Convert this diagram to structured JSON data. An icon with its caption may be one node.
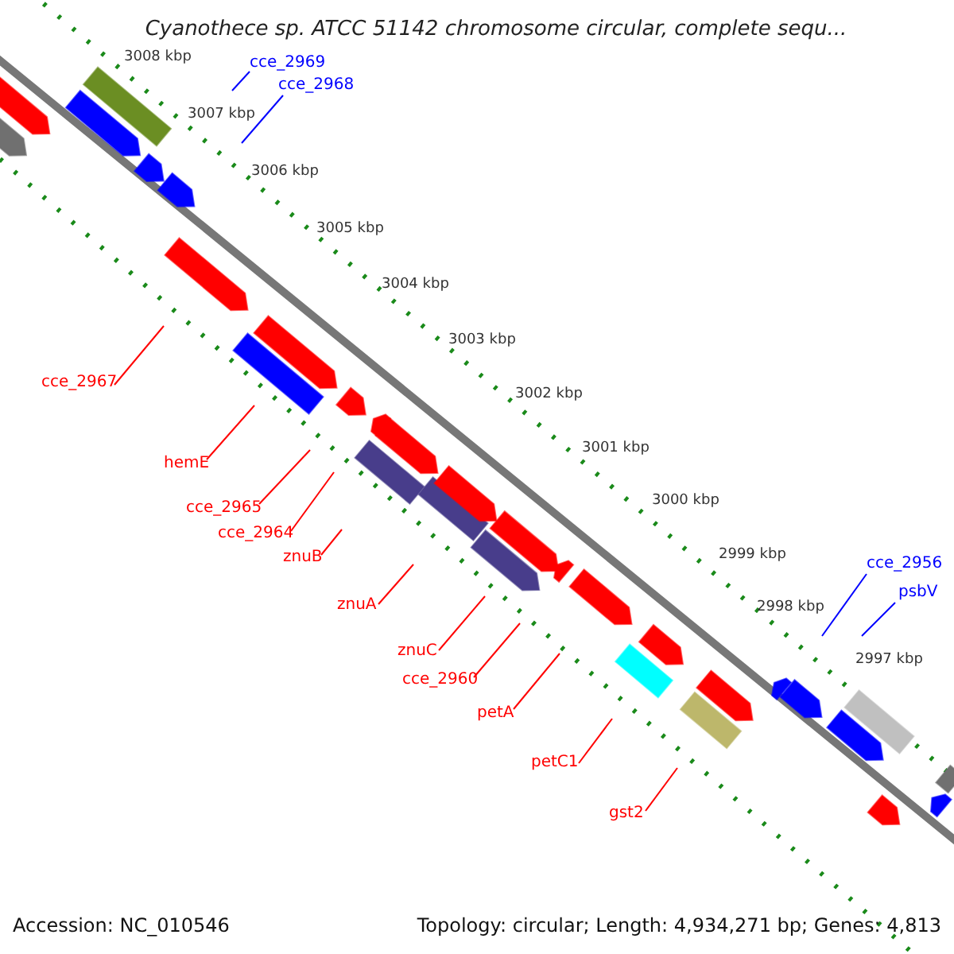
{
  "diagram": {
    "title": "Cyanothece sp. ATCC 51142 chromosome circular, complete sequ...",
    "nodes": [
      {
        "text": [
          "cce_2969"
        ]
      },
      {
        "text": [
          "cce_2968"
        ]
      },
      {
        "text": [
          "cce_2967"
        ]
      },
      {
        "text": [
          "hemE"
        ]
      },
      {
        "text": [
          "cce_2965"
        ]
      },
      {
        "text": [
          "cce_2964"
        ]
      },
      {
        "text": [
          "znuB"
        ]
      },
      {
        "text": [
          "znuA"
        ]
      },
      {
        "text": [
          "znuC"
        ]
      },
      {
        "text": [
          "cce_2960"
        ]
      },
      {
        "text": [
          "petA"
        ]
      },
      {
        "text": [
          "petC1"
        ]
      },
      {
        "text": [
          "gst2"
        ]
      },
      {
        "text": [
          "cce_2956"
        ]
      },
      {
        "text": [
          "psbV"
        ]
      }
    ],
    "edges": [
      {
        "from": 0,
        "to": null,
        "arrow": "none",
        "color": "#0000ff"
      },
      {
        "from": 1,
        "to": null,
        "arrow": "none",
        "color": "#0000ff"
      },
      {
        "from": 2,
        "to": null,
        "arrow": "none"
      },
      {
        "from": 3,
        "to": null,
        "arrow": "none"
      },
      {
        "from": 4,
        "to": null,
        "arrow": "none"
      },
      {
        "from": 5,
        "to": null,
        "arrow": "none"
      },
      {
        "from": 6,
        "to": null,
        "arrow": "none"
      },
      {
        "from": 7,
        "to": null,
        "arrow": "none"
      },
      {
        "from": 8,
        "to": null,
        "arrow": "none"
      },
      {
        "from": 9,
        "to": null,
        "arrow": "none"
      },
      {
        "from": 10,
        "to": null,
        "arrow": "none"
      },
      {
        "from": 11,
        "to": null,
        "arrow": "none"
      },
      {
        "from": 12,
        "to": null,
        "arrow": "none"
      },
      {
        "from": 13,
        "to": null,
        "arrow": "none",
        "color": "#0000ff"
      },
      {
        "from": 14,
        "to": null,
        "arrow": "none",
        "color": "#0000ff"
      }
    ],
    "labels": [
      "3008 kbp",
      "3007 kbp",
      "3006 kbp",
      "3005 kbp",
      "3004 kbp",
      "3003 kbp",
      "3002 kbp",
      "3001 kbp",
      "3000 kbp",
      "2999 kbp",
      "2998 kbp",
      "2997 kbp",
      "Accession: NC_010546",
      "Topology: circular; Length: 4,934,271 bp; Genes: 4,813"
    ]
  }
}
